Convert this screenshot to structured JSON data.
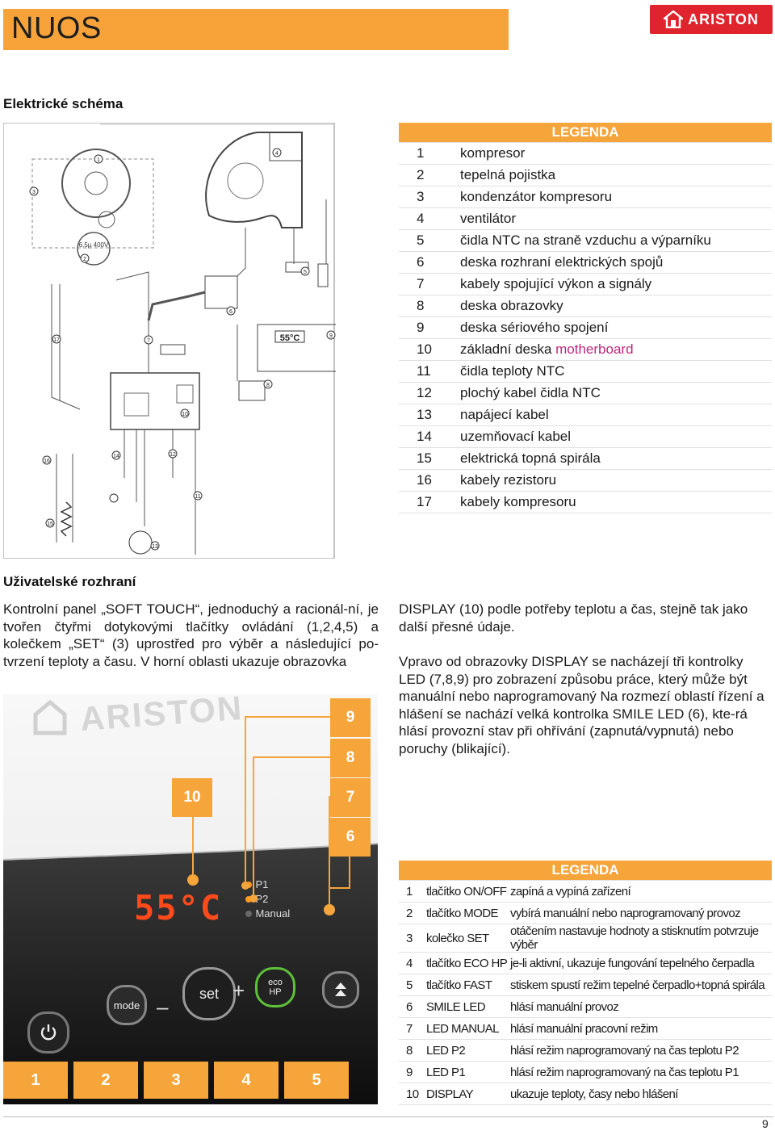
{
  "header": {
    "title": "NUOS",
    "brand": "ARISTON"
  },
  "section1": {
    "title": "Elektrické schéma"
  },
  "schematic": {
    "display": "55°C",
    "cap_label": "6.5µ 400V",
    "markers": [
      "1",
      "2",
      "3",
      "4",
      "5",
      "6",
      "7",
      "8",
      "9",
      "10",
      "11",
      "12",
      "13",
      "14",
      "15",
      "16",
      "17"
    ]
  },
  "legend1": {
    "heading": "LEGENDA",
    "rows": [
      {
        "num": "1",
        "text": "kompresor"
      },
      {
        "num": "2",
        "text": "tepelná pojistka"
      },
      {
        "num": "3",
        "text": "kondenzátor kompresoru"
      },
      {
        "num": "4",
        "text": "ventilátor"
      },
      {
        "num": "5",
        "text": "čidla NTC na straně vzduchu a výparníku"
      },
      {
        "num": "6",
        "text": "deska rozhraní elektrických spojů"
      },
      {
        "num": "7",
        "text": "kabely spojující výkon a signály"
      },
      {
        "num": "8",
        "text": "deska obrazovky"
      },
      {
        "num": "9",
        "text": "deska sériového spojení"
      },
      {
        "num": "10",
        "text": "základní deska ",
        "highlight": "motherboard"
      },
      {
        "num": "11",
        "text": "čidla teploty NTC"
      },
      {
        "num": "12",
        "text": "plochý kabel čidla NTC"
      },
      {
        "num": "13",
        "text": "napájecí kabel"
      },
      {
        "num": "14",
        "text": "uzemňovací kabel"
      },
      {
        "num": "15",
        "text": "elektrická topná spirála"
      },
      {
        "num": "16",
        "text": "kabely rezistoru"
      },
      {
        "num": "17",
        "text": "kabely kompresoru"
      }
    ]
  },
  "section2": {
    "title": "Uživatelské rozhraní",
    "para_left": "Kontrolní panel „SOFT TOUCH“, jednoduchý a racionál-ní, je tvořen čtyřmi dotykovými tlačítky ovládání (1,2,4,5) a kolečkem „SET“ (3) uprostřed pro výběr a následující po-tvrzení teploty a času. V horní oblasti ukazuje obrazovka",
    "para_right_1": "DISPLAY (10) podle potřeby teplotu a čas, stejně tak jako další přesné údaje.",
    "para_right_2": "Vpravo od obrazovky DISPLAY se nacházejí tři kontrolky LED (7,8,9) pro zobrazení způsobu práce, který může být manuální nebo naprogramovaný Na rozmezí oblastí řízení a hlášení se nachází velká kontrolka SMILE LED (6), kte-rá hlásí provozní stav při ohřívání (zapnutá/vypnutá) nebo poruchy (blikající)."
  },
  "panel": {
    "brand": "ARISTON",
    "display": "55°C",
    "led_labels": [
      "P1",
      "P2",
      "Manual"
    ],
    "mode_label": "mode",
    "set_label": "set",
    "minus": "–",
    "plus": "+",
    "eco_label": "eco\nHP",
    "callouts": {
      "c9": "9",
      "c8": "8",
      "c10": "10",
      "c7": "7",
      "c6": "6"
    },
    "buttons": [
      "1",
      "2",
      "3",
      "4",
      "5"
    ]
  },
  "legend2": {
    "heading": "LEGENDA",
    "rows": [
      {
        "num": "1",
        "name": "tlačítko ON/OFF",
        "desc": "zapíná a vypíná zařízení"
      },
      {
        "num": "2",
        "name": "tlačítko MODE",
        "desc": "vybírá manuální nebo naprogramovaný provoz"
      },
      {
        "num": "3",
        "name": "kolečko SET",
        "desc": "otáčením nastavuje hodnoty a stisknutím potvrzuje výběr"
      },
      {
        "num": "4",
        "name": "tlačítko ECO HP",
        "desc": "je-li aktivní, ukazuje fungování tepelného čerpadla"
      },
      {
        "num": "5",
        "name": "tlačítko FAST",
        "desc": "stiskem spustí režim tepelné čerpadlo+topná spirála"
      },
      {
        "num": "6",
        "name": "SMILE LED",
        "desc": "hlásí manuální provoz"
      },
      {
        "num": "7",
        "name": "LED MANUAL",
        "desc": "hlásí manuální pracovní režim"
      },
      {
        "num": "8",
        "name": "LED P2",
        "desc": "hlásí režim naprogramovaný na čas teplotu P2"
      },
      {
        "num": "9",
        "name": "LED P1",
        "desc": "hlásí režim naprogramovaný na čas teplotu P1"
      },
      {
        "num": "10",
        "name": "DISPLAY",
        "desc": "ukazuje teploty, časy nebo hlášení"
      }
    ]
  },
  "footer": {
    "page": "9"
  },
  "colors": {
    "accent": "#f6a53b",
    "brand": "#e0242e",
    "highlight": "#c2267c"
  }
}
